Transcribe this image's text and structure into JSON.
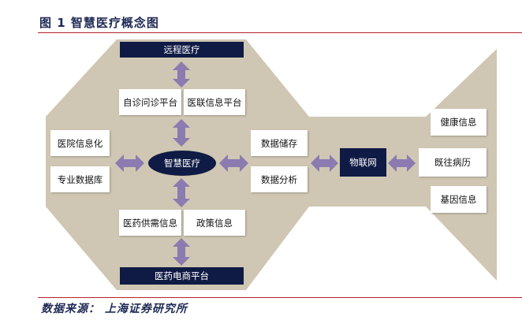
{
  "title": "图 1 智慧医疗概念图",
  "source": "数据来源： 上海证券研究所",
  "colors": {
    "background_shape": "#cfc7b3",
    "dark_box": "#0f1b44",
    "arrow": "#8b7bb0",
    "rule": "#b6222c"
  },
  "nodes": {
    "remote_medical": "远程医疗",
    "self_consult": "自诊问诊平台",
    "medical_info_platform": "医联信息平台",
    "smart_medical": "智慧医疗",
    "hospital_info": "医院信息化",
    "professional_db": "专业数据库",
    "data_storage": "数据储存",
    "data_analysis": "数据分析",
    "iot": "物联网",
    "health_info": "健康信息",
    "medical_history": "既往病历",
    "gene_info": "基因信息",
    "drug_supply": "医药供需信息",
    "policy_info": "政策信息",
    "pharma_ecommerce": "医药电商平台"
  }
}
